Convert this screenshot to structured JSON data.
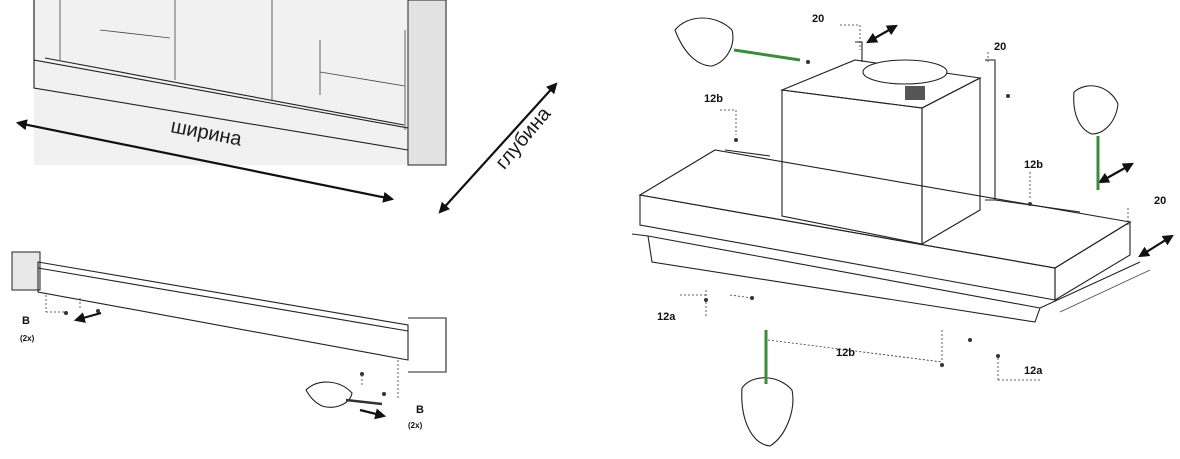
{
  "dimension_labels": {
    "width": "ширина",
    "depth": "глубина"
  },
  "callouts": {
    "screw_b": "B",
    "screw_b_qty": "(2x)",
    "ref_20": "20",
    "ref_12a": "12a",
    "ref_12b": "12b"
  }
}
